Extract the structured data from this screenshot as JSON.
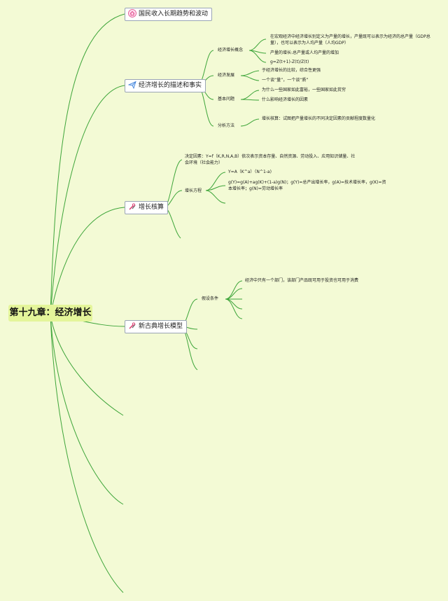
{
  "root": "第十九章：经济增长",
  "topics": [
    {
      "label": "国民收入长期趋势和波动",
      "icon": "home-icon"
    },
    {
      "label": "经济增长的描述和事实",
      "icon": "paper-plane-icon"
    },
    {
      "label": "增长核算",
      "icon": "tools-icon"
    },
    {
      "label": "新古典增长模型",
      "icon": "tools-icon"
    }
  ],
  "desc": {
    "concept": {
      "label": "经济增长概念",
      "leaves": [
        "在宏观经济中经济增长别定义为产量的增长，产量既可以表示为经济的总产量（GDP总量），也可以表示为人均产量（人均GDP）",
        "产量的增长:总产量或人均产量的增加",
        "g=Z(t+1)-Z(t)/Z(t)"
      ]
    },
    "development": {
      "label": "经济发展",
      "leaves": [
        "于经济增长的比较，综合性更强",
        "一个谈“量”，一个谈“质”"
      ]
    },
    "basic": {
      "label": "基本问题",
      "leaves": [
        "为什么一些国家如此富裕，一些国家如此贫穷",
        "什么影响经济增长的因素"
      ]
    },
    "analysis": {
      "label": "分析方法",
      "leaves": [
        "增长核算：试图把产量增长的不同决定因素的贡献程度数量化"
      ]
    }
  },
  "accounting": {
    "factors": "决定因素：Y=f（K,R,N,A,B）依次表示资本存量、自然资源、劳动投入、应用知识储量、社会环境（社会能力）",
    "equation": {
      "label": "增长方程",
      "leaves": [
        "Y=A（K^a）（N^1-a)",
        "g(Y)=g(A)+ag(K)+(1-a)g(N)；g(Y)=总产出增长率，g(A)=技术增长率，g(K)=资本增长率；g(N)=劳动增长率"
      ]
    }
  },
  "neoclassical": {
    "assumption": {
      "label": "假设条件",
      "leaves": [
        "经济中只有一个部门，该部门产品既可用于投资也可用于消费"
      ]
    }
  }
}
